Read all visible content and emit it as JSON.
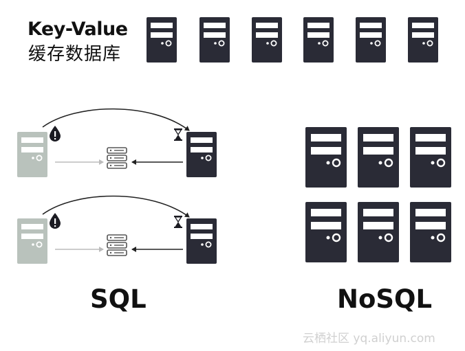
{
  "kv": {
    "title": "Key-Value",
    "subtitle": "缓存数据库"
  },
  "sql": {
    "label": "SQL"
  },
  "nosql": {
    "label": "NoSQL"
  },
  "watermark": "云栖社区 yq.aliyun.com",
  "colors": {
    "server_dark": "#2a2b36",
    "server_light": "#b9c2bc",
    "arrow": "#222222",
    "arrow_light": "#bbbbbb"
  },
  "icons": [
    "server-icon",
    "database-stack-icon",
    "drop-alert-icon",
    "hourglass-icon"
  ]
}
